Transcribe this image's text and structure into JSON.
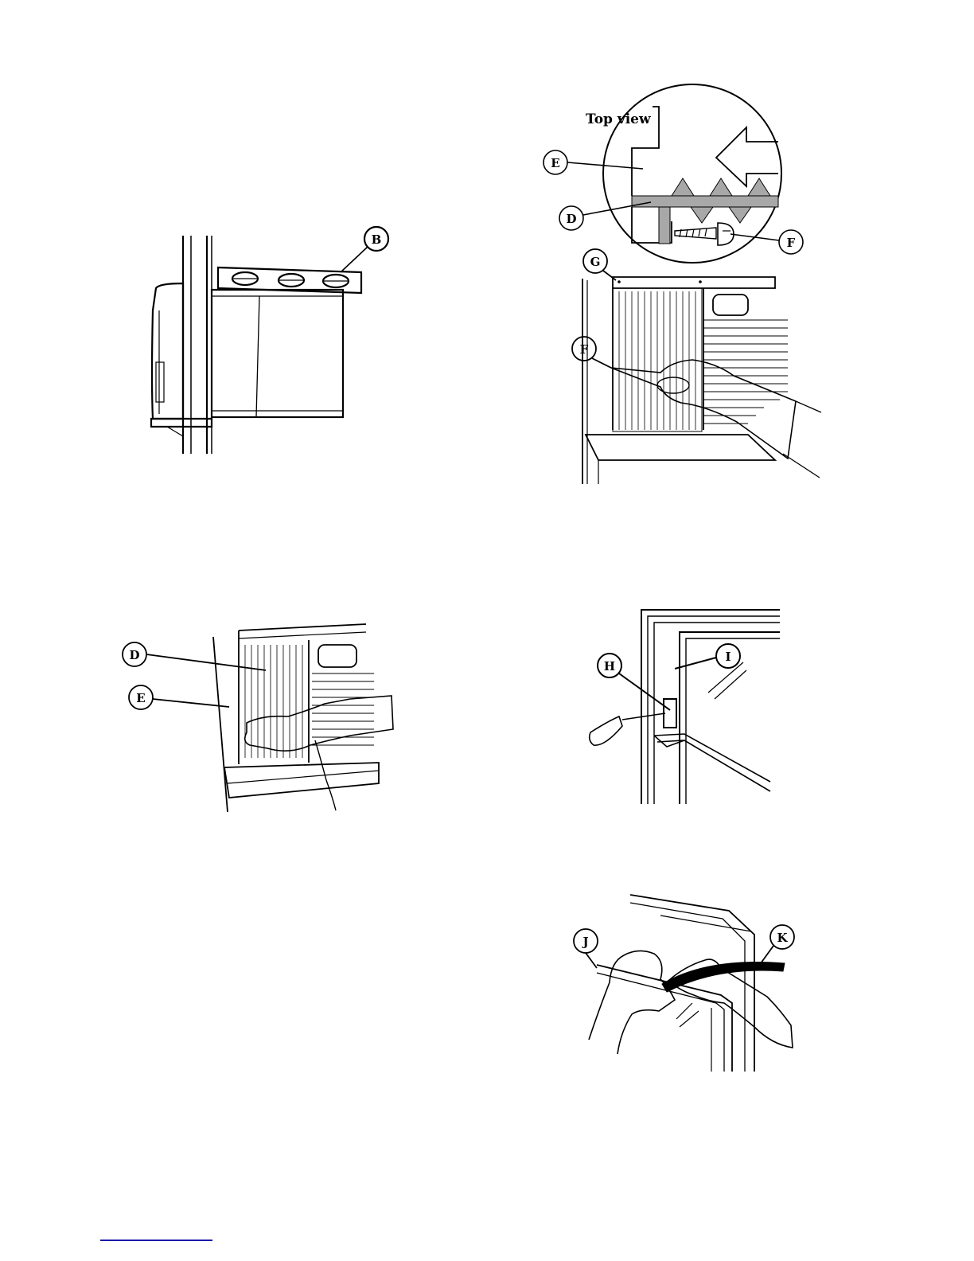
{
  "figures": {
    "fig1": {
      "callouts": {
        "b": "B"
      }
    },
    "fig2": {
      "top_view_label": "Top view",
      "callouts": {
        "e": "E",
        "d": "D",
        "f_detail": "F",
        "g": "G",
        "f": "F"
      }
    },
    "fig3": {
      "callouts": {
        "d": "D",
        "e": "E"
      }
    },
    "fig4": {
      "callouts": {
        "h": "H",
        "i": "I"
      }
    },
    "fig5": {
      "callouts": {
        "j": "J",
        "k": "K"
      }
    }
  },
  "colors": {
    "ink": "#000000",
    "footer_rule": "#1a1aa6",
    "shading": "#a8a8a8"
  }
}
